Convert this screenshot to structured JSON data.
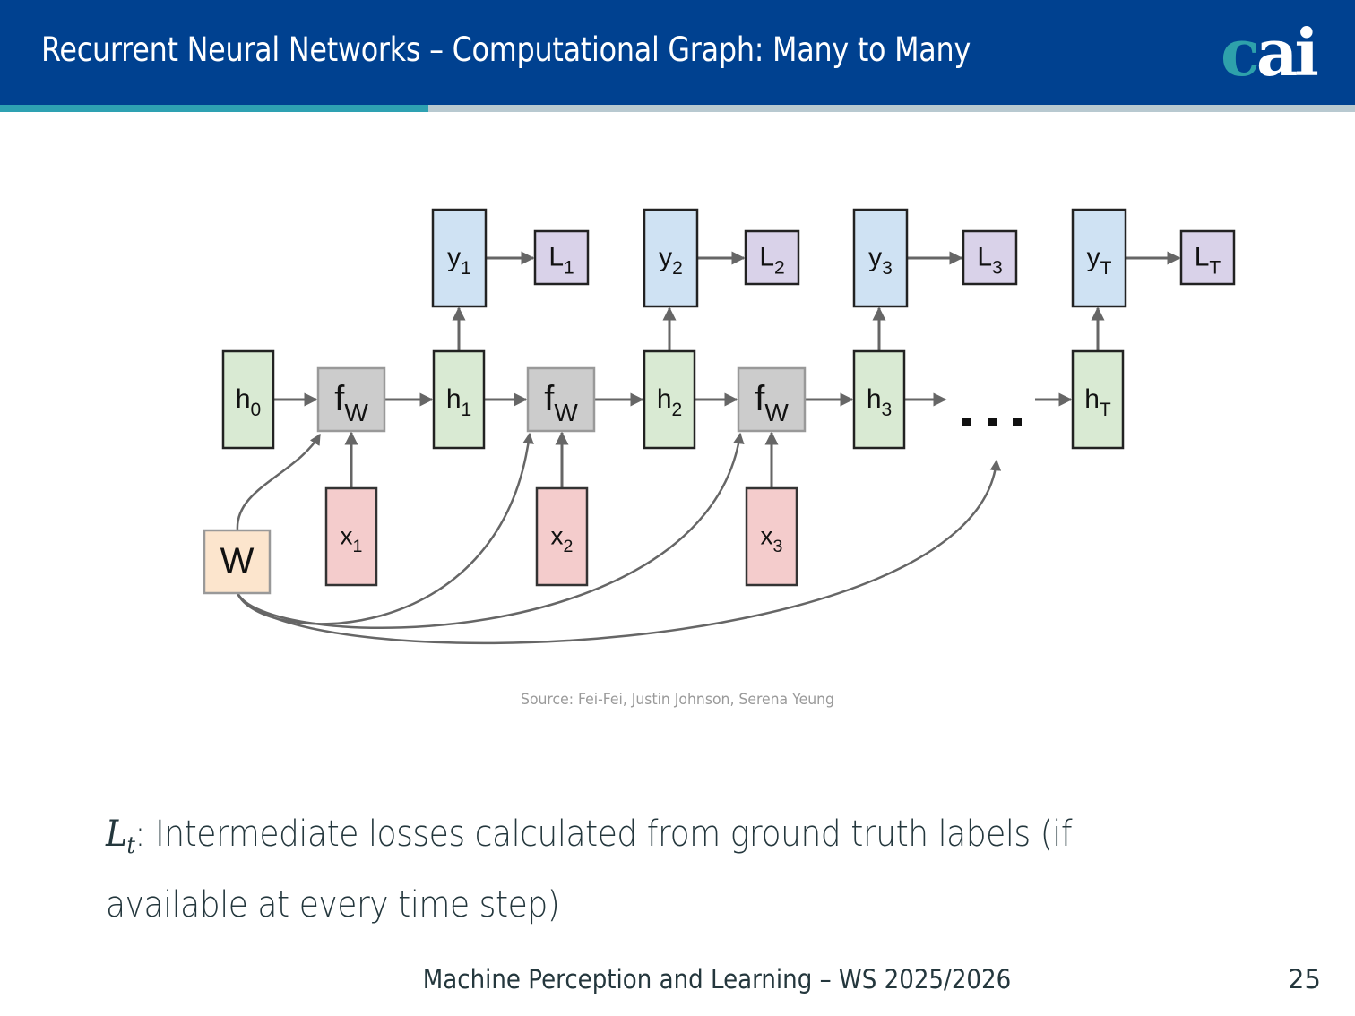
{
  "header": {
    "title": "Recurrent Neural Networks – Computational Graph: Many to Many",
    "logo": {
      "part1": "c",
      "part2": "ai"
    }
  },
  "colors": {
    "header_bg": "#004190",
    "accent_teal": "#2ea1b2",
    "stripe_gray": "#b8c9d0",
    "hidden_fill": "#d9ead3",
    "function_fill": "#cccccc",
    "output_fill": "#cfe2f3",
    "loss_fill": "#d9d2e9",
    "input_fill": "#f4cccc",
    "weight_fill": "#fce5cd",
    "edge": "#666666"
  },
  "diagram": {
    "hidden_states": [
      {
        "base": "h",
        "sub": "0"
      },
      {
        "base": "h",
        "sub": "1"
      },
      {
        "base": "h",
        "sub": "2"
      },
      {
        "base": "h",
        "sub": "3"
      },
      {
        "base": "h",
        "sub": "T"
      }
    ],
    "functions": [
      {
        "base": "f",
        "sub": "W"
      },
      {
        "base": "f",
        "sub": "W"
      },
      {
        "base": "f",
        "sub": "W"
      }
    ],
    "inputs": [
      {
        "base": "x",
        "sub": "1"
      },
      {
        "base": "x",
        "sub": "2"
      },
      {
        "base": "x",
        "sub": "3"
      }
    ],
    "outputs": [
      {
        "base": "y",
        "sub": "1"
      },
      {
        "base": "y",
        "sub": "2"
      },
      {
        "base": "y",
        "sub": "3"
      },
      {
        "base": "y",
        "sub": "T"
      }
    ],
    "losses": [
      {
        "base": "L",
        "sub": "1"
      },
      {
        "base": "L",
        "sub": "2"
      },
      {
        "base": "L",
        "sub": "3"
      },
      {
        "base": "L",
        "sub": "T"
      }
    ],
    "weight": "W",
    "ellipsis": "..."
  },
  "source": "Source: Fei-Fei, Justin Johnson, Serena Yeung",
  "body": {
    "symbol": "L",
    "symbol_sub": "t",
    "text": ": Intermediate losses calculated from ground truth labels (if available at every time step)"
  },
  "footer": {
    "course": "Machine Perception and Learning – WS 2025/2026",
    "page": "25"
  }
}
